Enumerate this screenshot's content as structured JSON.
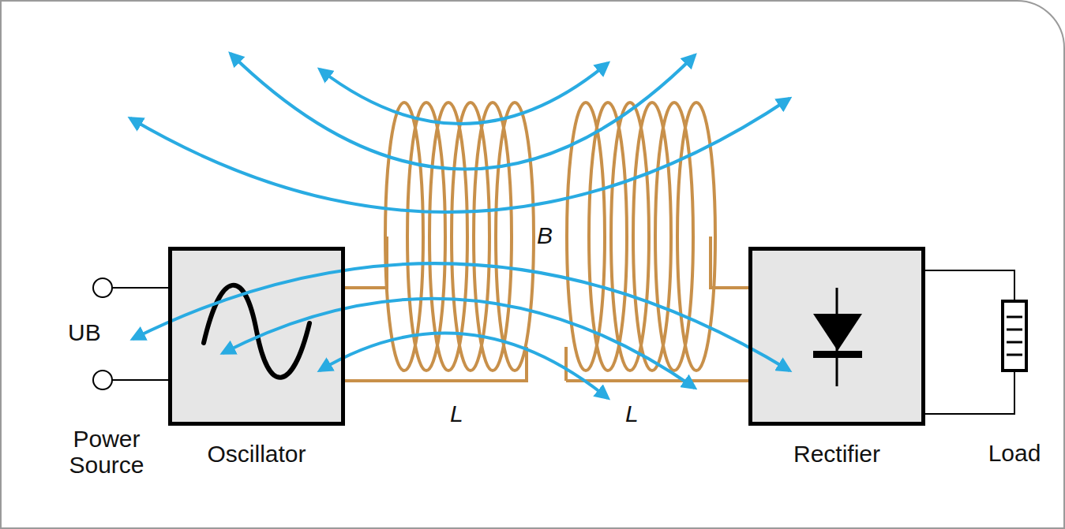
{
  "diagram": {
    "nodes": [
      {
        "text": [
          "Oscillator"
        ]
      },
      {
        "text": [
          "Rectifier"
        ]
      },
      {
        "text": [
          "Load"
        ]
      }
    ],
    "edges": [
      {
        "from": 1,
        "to": 2,
        "arrow": "none"
      }
    ],
    "labels": [
      "UB",
      "Power Source",
      "B",
      "L",
      "L"
    ]
  }
}
